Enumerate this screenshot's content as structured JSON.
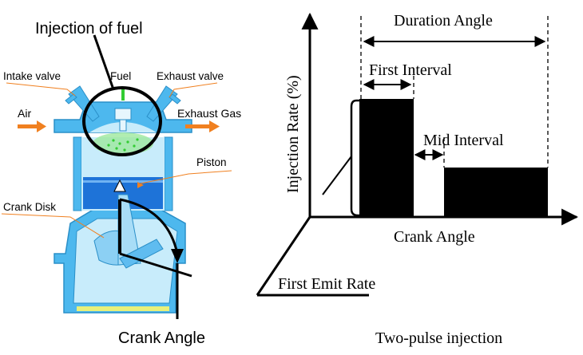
{
  "engine": {
    "title": "Injection of fuel",
    "labels": {
      "intake_valve": "Intake valve",
      "fuel": "Fuel",
      "exhaust_valve": "Exhaust valve",
      "air": "Air",
      "exhaust_gas": "Exhaust Gas",
      "piston": "Piston",
      "crank_disk": "Crank Disk"
    },
    "crank_angle": "Crank Angle"
  },
  "injection_chart": {
    "y_axis_label": "Injection Rate (%)",
    "x_axis_label": "Crank Angle",
    "duration_angle": "Duration Angle",
    "first_interval": "First Interval",
    "mid_interval": "Mid Interval",
    "first_emit_rate": "First Emit Rate",
    "caption": "Two-pulse injection"
  },
  "colors": {
    "engine_blue": "#4db8ee",
    "engine_light_blue": "#c8ecfb",
    "piston_blue": "#1e73d8",
    "arrow_orange": "#f08020",
    "fuel_green": "#33cc33",
    "wall_yellow": "#e8f07a"
  }
}
